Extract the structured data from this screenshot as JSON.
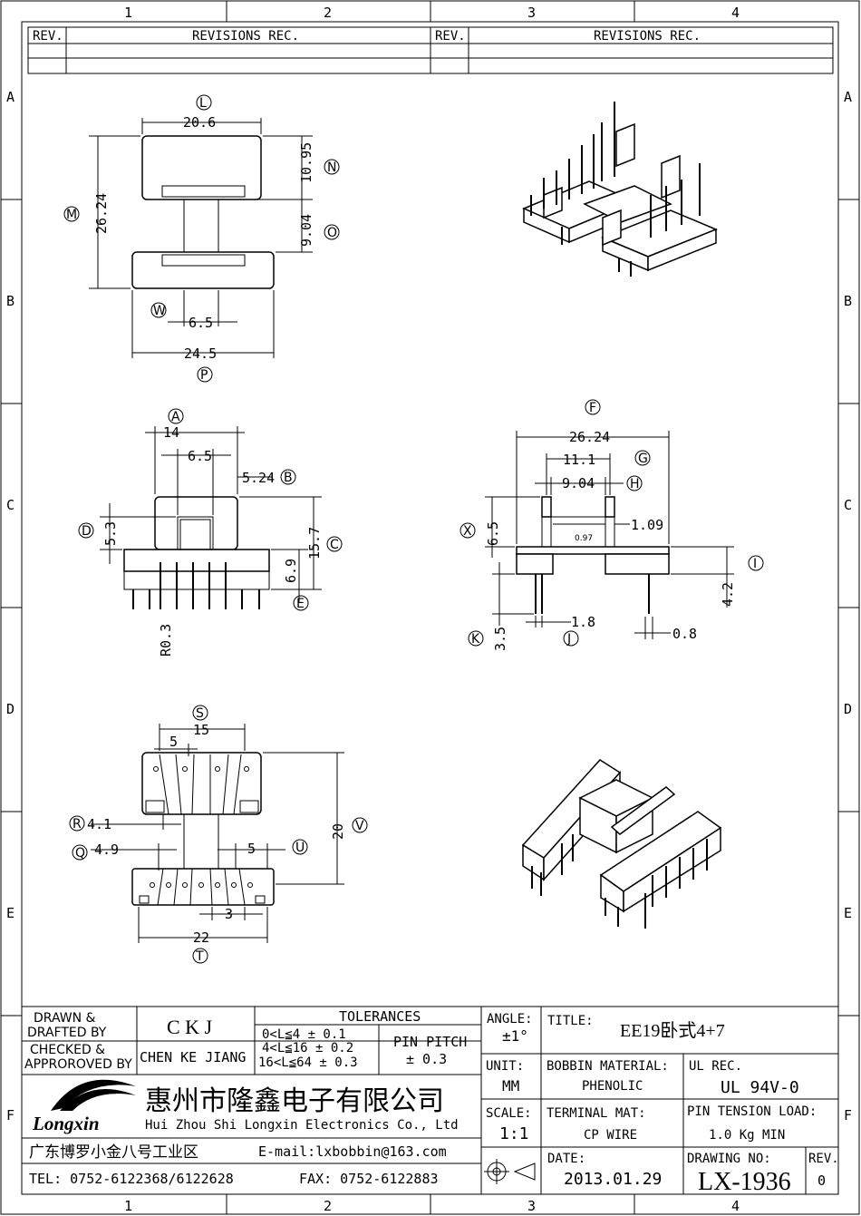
{
  "frame": {
    "col_labels": [
      "1",
      "2",
      "3",
      "4"
    ],
    "row_labels": [
      "A",
      "B",
      "C",
      "D",
      "E",
      "F"
    ]
  },
  "revisions": {
    "rev_header": "REV.",
    "rec_header": "REVISIONS REC."
  },
  "views": {
    "top": {
      "dims": {
        "d_20_6": "20.6",
        "d_26_24": "26.24",
        "d_10_95": "10.95",
        "d_9_04": "9.04",
        "d_6_5": "6.5",
        "d_24_5": "24.5"
      },
      "markers": {
        "L": "L",
        "M": "M",
        "N": "N",
        "O": "O",
        "W": "W",
        "P": "P"
      }
    },
    "front": {
      "dims": {
        "d_14": "14",
        "d_6_5": "6.5",
        "d_5_24": "5.24",
        "d_5_3": "5.3",
        "d_15_7": "15.7",
        "d_6_9": "6.9",
        "r0_3": "R0.3"
      },
      "markers": {
        "A": "A",
        "B": "B",
        "C": "C",
        "D": "D",
        "E": "E"
      }
    },
    "side": {
      "dims": {
        "d_26_24": "26.24",
        "d_11_1": "11.1",
        "d_9_04": "9.04",
        "d_6_5": "6.5",
        "d_0_97": "0.97",
        "d_1_09": "1.09",
        "d_4_2": "4.2",
        "d_1_8": "1.8",
        "d_0_8": "0.8",
        "d_3_5": "3.5"
      },
      "markers": {
        "F": "F",
        "G": "G",
        "H": "H",
        "X": "X",
        "I": "I",
        "K": "K",
        "J": "J"
      }
    },
    "bottom": {
      "dims": {
        "d_15": "15",
        "d_5a": "5",
        "d_4_1": "4.1",
        "d_4_9": "4.9",
        "d_5b": "5",
        "d_20": "20",
        "d_3": "3",
        "d_22": "22"
      },
      "markers": {
        "S": "S",
        "R": "R",
        "Q": "Q",
        "U": "U",
        "V": "V",
        "T": "T"
      }
    }
  },
  "title_block": {
    "drawn_label": "DRAWN &\nDRAFTED BY",
    "drawn_l1": "DRAWN &",
    "drawn_l2": "DRAFTED BY",
    "drawn_value": "C K J",
    "checked_l1": "CHECKED &",
    "checked_l2": "APPROROVED BY",
    "checked_value": "CHEN KE JIANG",
    "tol_header": "TOLERANCES",
    "tol_1": "0<L≦4   ± 0.1",
    "tol_2": "4<L≦16  ± 0.2",
    "tol_3": "16<L≦64 ± 0.3",
    "pin_pitch_label": "PIN PITCH",
    "pin_pitch_value": "± 0.3",
    "angle_label": "ANGLE:",
    "angle_value": "±1°",
    "title_label": "TITLE:",
    "title_value": "EE19卧式4+7",
    "unit_label": "UNIT:",
    "unit_value": "MM",
    "bobbin_label": "BOBBIN MATERIAL:",
    "bobbin_value": "PHENOLIC",
    "ul_label": "UL REC.",
    "ul_value": "UL 94V-0",
    "scale_label": "SCALE:",
    "scale_value": "1:1",
    "terminal_label": "TERMINAL MAT:",
    "terminal_value": "CP WIRE",
    "tension_label": "PIN TENSION LOAD:",
    "tension_value": "1.0 Kg    MIN",
    "date_label": "DATE:",
    "date_value": "2013.01.29",
    "drawing_label": "DRAWING NO:",
    "drawing_value": "LX-1936",
    "rev_label": "REV.",
    "rev_value": "0",
    "company_cn": "惠州市隆鑫电子有限公司",
    "company_en": "Hui Zhou Shi Longxin  Electronics Co., Ltd",
    "logo_text": "Longxin",
    "address": "广东博罗小金八号工业区",
    "email": "E-mail:lxbobbin@163.com",
    "tel": "TEL: 0752-6122368/6122628",
    "fax": "FAX: 0752-6122883"
  }
}
